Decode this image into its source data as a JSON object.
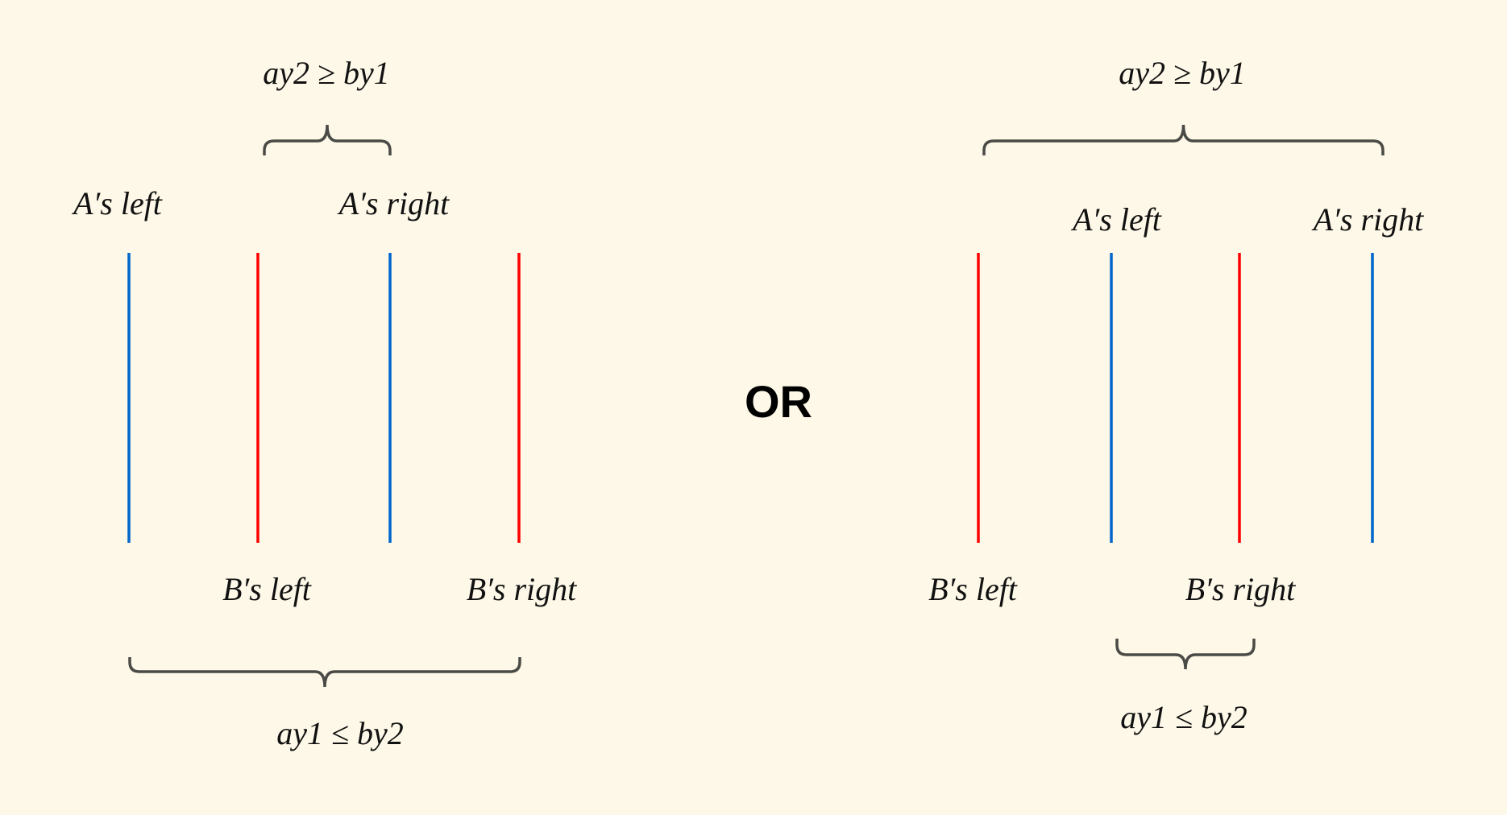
{
  "colors": {
    "background": "#fdf8e7",
    "a_line": "#0066cc",
    "b_line": "#ff0000",
    "brace": "#4a4a46"
  },
  "separator": "OR",
  "left_case": {
    "top_condition": "ay2 ≥ by1",
    "bottom_condition": "ay1 ≤ by2",
    "a_left": "A′s left",
    "a_right": "A′s right",
    "b_left": "B′s left",
    "b_right": "B′s right"
  },
  "right_case": {
    "top_condition": "ay2 ≥ by1",
    "bottom_condition": "ay1 ≤ by2",
    "a_left": "A′s left",
    "a_right": "A′s right",
    "b_left": "B′s left",
    "b_right": "B′s right"
  }
}
